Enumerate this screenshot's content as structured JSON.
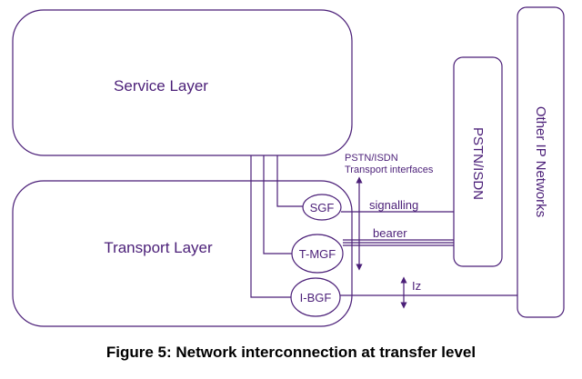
{
  "diagram": {
    "service_layer": "Service Layer",
    "transport_layer": "Transport Layer",
    "pstn_isdn": "PSTN/ISDN",
    "other_ip_networks": "Other IP Networks",
    "sgf": "SGF",
    "tmgf": "T-MGF",
    "ibgf": "I-BGF",
    "pstn_transport_line1": "PSTN/ISDN",
    "pstn_transport_line2": "Transport interfaces",
    "signalling": "signalling",
    "bearer": "bearer",
    "iz": "Iz",
    "caption": "Figure 5: Network interconnection at transfer level"
  },
  "colors": {
    "stroke": "#4b1f78",
    "text": "#4b1f78"
  }
}
